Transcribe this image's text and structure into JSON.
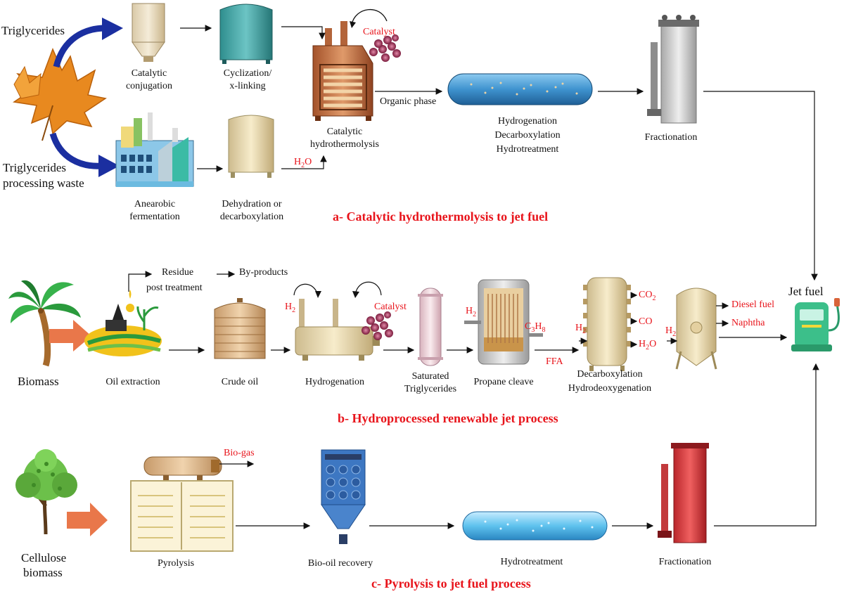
{
  "panel_a": {
    "title": "a- Catalytic hydrothermolysis to jet fuel",
    "input_top": "Triglycerides",
    "input_bottom": [
      "Triglycerides",
      "processing waste"
    ],
    "steps": {
      "conjugation": [
        "Catalytic",
        "conjugation"
      ],
      "cyclization": [
        "Cyclization/",
        "x-linking"
      ],
      "fermentation": [
        "Anearobic",
        "fermentation"
      ],
      "dehydration": [
        "Dehydration or",
        "decarboxylation"
      ],
      "hydrothermolysis": [
        "Catalytic",
        "hydrothermolysis"
      ],
      "hydrogenation": [
        "Hydrogenation",
        "Decarboxylation",
        "Hydrotreatment"
      ],
      "fractionation": "Fractionation"
    },
    "catalyst": "Catalyst",
    "water": "H2O",
    "organic_phase": "Organic phase"
  },
  "panel_b": {
    "title": "b- Hydroprocessed renewable jet process",
    "input": "Biomass",
    "residue": [
      "Residue",
      "post treatment"
    ],
    "byproducts": "By-products",
    "steps": {
      "oil_extraction": "Oil extraction",
      "crude_oil": "Crude oil",
      "hydrogenation": "Hydrogenation",
      "saturated": [
        "Saturated",
        "Triglycerides"
      ],
      "propane": "Propane cleave",
      "decarboxylation": [
        "Decarboxylation",
        "Hydrodeoxygenation"
      ]
    },
    "h2": "H2",
    "catalyst": "Catalyst",
    "c3h8": "C3H8",
    "ffa": "FFA",
    "gases": [
      "CO2",
      "CO",
      "H2O"
    ],
    "products": [
      "Diesel fuel",
      "Naphtha"
    ]
  },
  "panel_c": {
    "title": "c- Pyrolysis to jet fuel process",
    "input": [
      "Cellulose",
      "biomass"
    ],
    "biogas": "Bio-gas",
    "steps": {
      "pyrolysis": "Pyrolysis",
      "bio_oil": "Bio-oil recovery",
      "hydrotreatment": "Hydrotreatment",
      "fractionation": "Fractionation"
    }
  },
  "output": "Jet fuel",
  "colors": {
    "accent_red": "#e8141b",
    "arrow_blue": "#1b2fa0",
    "arrow_orange": "#e9774a",
    "leaf_orange": "#e8891f",
    "palm_green": "#2a9a3c",
    "tree_green": "#6cc04a"
  }
}
